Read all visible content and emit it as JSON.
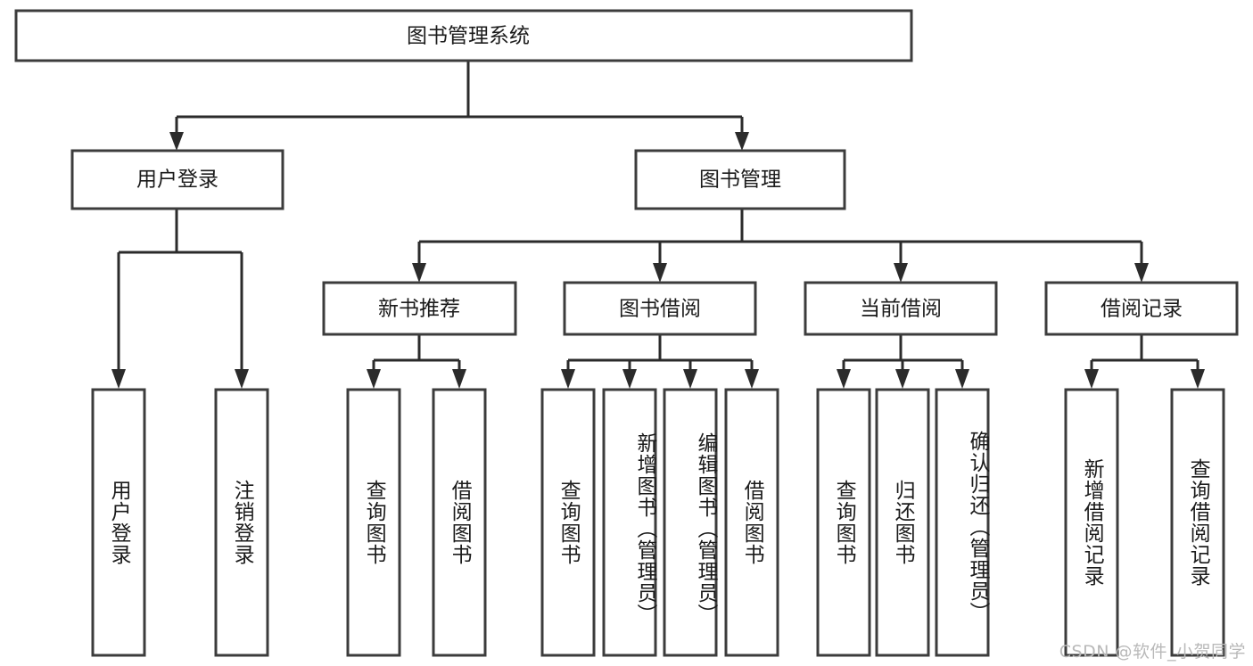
{
  "diagram": {
    "type": "tree",
    "title": "图书管理系统",
    "orientation": "top-down",
    "colors": {
      "box_stroke": "#3c3c3c",
      "box_fill": "#ffffff",
      "connector": "#2b2b2b",
      "text": "#1b1b1b",
      "watermark": "#b9b9b9",
      "background": "#ffffff"
    },
    "root": {
      "label": "图书管理系统"
    },
    "level2": [
      {
        "label": "用户登录"
      },
      {
        "label": "图书管理"
      }
    ],
    "level3": [
      {
        "label": "新书推荐"
      },
      {
        "label": "图书借阅"
      },
      {
        "label": "当前借阅"
      },
      {
        "label": "借阅记录"
      }
    ],
    "leaves": {
      "user_login": [
        {
          "label": "用户登录"
        },
        {
          "label": "注销登录"
        }
      ],
      "new_book_recommend": [
        {
          "label": "查询图书"
        },
        {
          "label": "借阅图书"
        }
      ],
      "book_borrow": [
        {
          "label": "查询图书"
        },
        {
          "label": "新增图书（管理员）"
        },
        {
          "label": "编辑图书（管理员）"
        },
        {
          "label": "借阅图书"
        }
      ],
      "current_borrow": [
        {
          "label": "查询图书"
        },
        {
          "label": "归还图书"
        },
        {
          "label": "确认归还（管理员）"
        }
      ],
      "borrow_record": [
        {
          "label": "新增借阅记录"
        },
        {
          "label": "查询借阅记录"
        }
      ]
    }
  },
  "watermark": {
    "text": "CSDN @软件_小贺同学"
  }
}
